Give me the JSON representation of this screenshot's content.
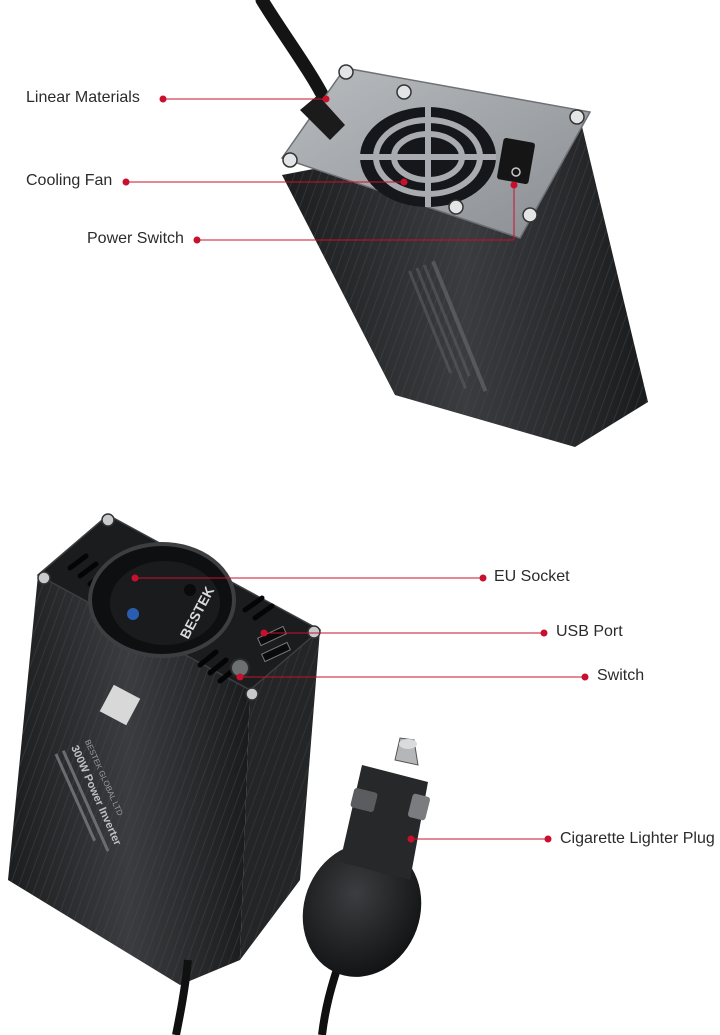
{
  "callouts": {
    "linear_materials": "Linear Materials",
    "cooling_fan": "Cooling Fan",
    "power_switch": "Power Switch",
    "eu_socket": "EU Socket",
    "usb_port": "USB Port",
    "switch": "Switch",
    "cigarette_lighter_plug": "Cigarette Lighter Plug"
  },
  "device": {
    "brand": "BESTEK",
    "model": "300W Power Inverter",
    "maker": "BESTEK GLOBAL LTD"
  },
  "colors": {
    "callout_dot": "#c8102e",
    "callout_line": "#c8102e",
    "body": "#2a2c2e",
    "plate": "#9ea2a6"
  }
}
